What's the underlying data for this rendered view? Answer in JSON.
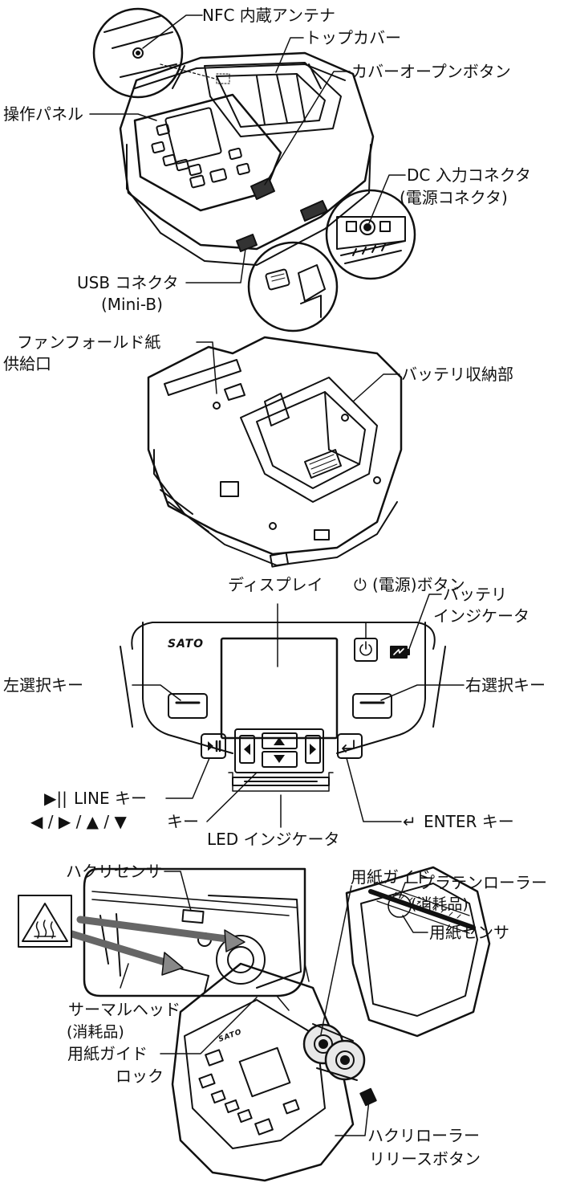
{
  "section1": {
    "nfc_antenna": "NFC 内蔵アンテナ",
    "top_cover": "トップカバー",
    "cover_open_button": "カバーオープンボタン",
    "operation_panel": "操作パネル",
    "dc_input_connector": "DC 入力コネクタ",
    "dc_input_connector_sub": "(電源コネクタ)",
    "usb_connector": "USB コネクタ",
    "usb_connector_sub": "(Mini-B)"
  },
  "section2": {
    "fanfold_paper": "ファンフォールド紙",
    "fanfold_paper_sub": "供給口",
    "battery_bay": "バッテリ収納部"
  },
  "section3": {
    "display": "ディスプレイ",
    "power_button": "(電源)ボタン",
    "battery_indicator": "バッテリ",
    "battery_indicator_sub": "インジケータ",
    "left_select_key": "左選択キー",
    "right_select_key": "右選択キー",
    "line_key": "LINE キー",
    "arrow_keys": "キー",
    "enter_key": "ENTER キー",
    "led_indicator": "LED インジケータ",
    "logo": "SATO"
  },
  "section4": {
    "peel_sensor": "ハクリセンサ",
    "paper_guide": "用紙ガイド",
    "platen_roller": "プラテンローラー",
    "platen_roller_sub": "(消耗品)",
    "paper_sensor": "用紙センサ",
    "thermal_head": "サーマルヘッド",
    "thermal_head_sub": "(消耗品)",
    "paper_guide_lock": "用紙ガイド",
    "paper_guide_lock_sub": "ロック",
    "peel_roller_release": "ハクリローラー",
    "peel_roller_release_sub": "リリースボタン",
    "logo": "SATO"
  }
}
